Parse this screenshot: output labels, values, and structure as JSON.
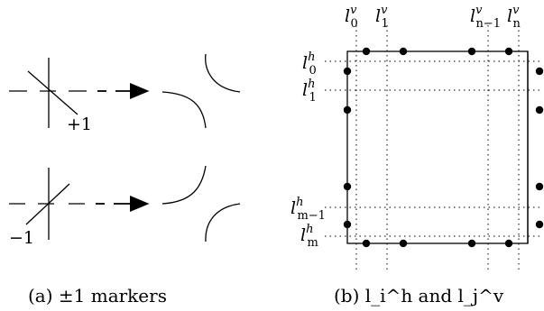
{
  "panel_a": {
    "marker_pos": "+1",
    "marker_neg": "−1",
    "caption": "(a) ±1 markers"
  },
  "panel_b": {
    "caption": "(b) l_i^h and l_j^v",
    "labels": {
      "lv0": {
        "base": "l",
        "sub": "0",
        "sup": "v"
      },
      "lv1": {
        "base": "l",
        "sub": "1",
        "sup": "v"
      },
      "lvn1": {
        "base": "l",
        "sub": "n−1",
        "sup": "v"
      },
      "lvn": {
        "base": "l",
        "sub": "n",
        "sup": "v"
      },
      "lh0": {
        "base": "l",
        "sub": "0",
        "sup": "h"
      },
      "lh1": {
        "base": "l",
        "sub": "1",
        "sup": "h"
      },
      "lhm1": {
        "base": "l",
        "sub": "m−1",
        "sup": "h"
      },
      "lhm": {
        "base": "l",
        "sub": "m",
        "sup": "h"
      }
    }
  }
}
